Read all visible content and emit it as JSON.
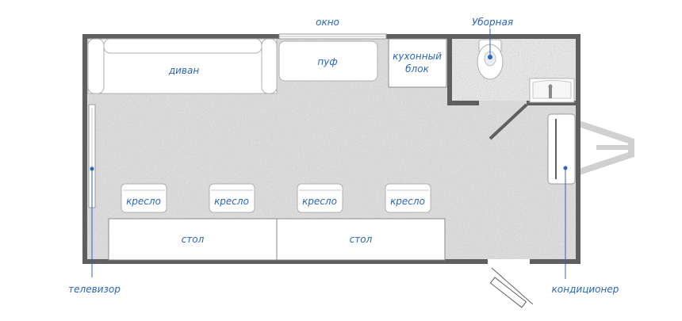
{
  "labels": {
    "window": "окно",
    "toilet": "Уборная",
    "sofa": "диван",
    "pouf": "пуф",
    "kitchen_line1": "кухонный",
    "kitchen_line2": "блок",
    "armchairs": [
      "кресло",
      "кресло",
      "кресло",
      "кресло"
    ],
    "tables": [
      "стол",
      "стол"
    ],
    "tv": "телевизор",
    "ac": "кондиционер"
  },
  "colors": {
    "wall": "#5f5f5f",
    "floor": "#dcdcdc",
    "furniture_fill": "#ffffff",
    "furniture_stroke": "#9a9a9a",
    "label": "#2a66b8",
    "leader": "#2a66b8"
  }
}
